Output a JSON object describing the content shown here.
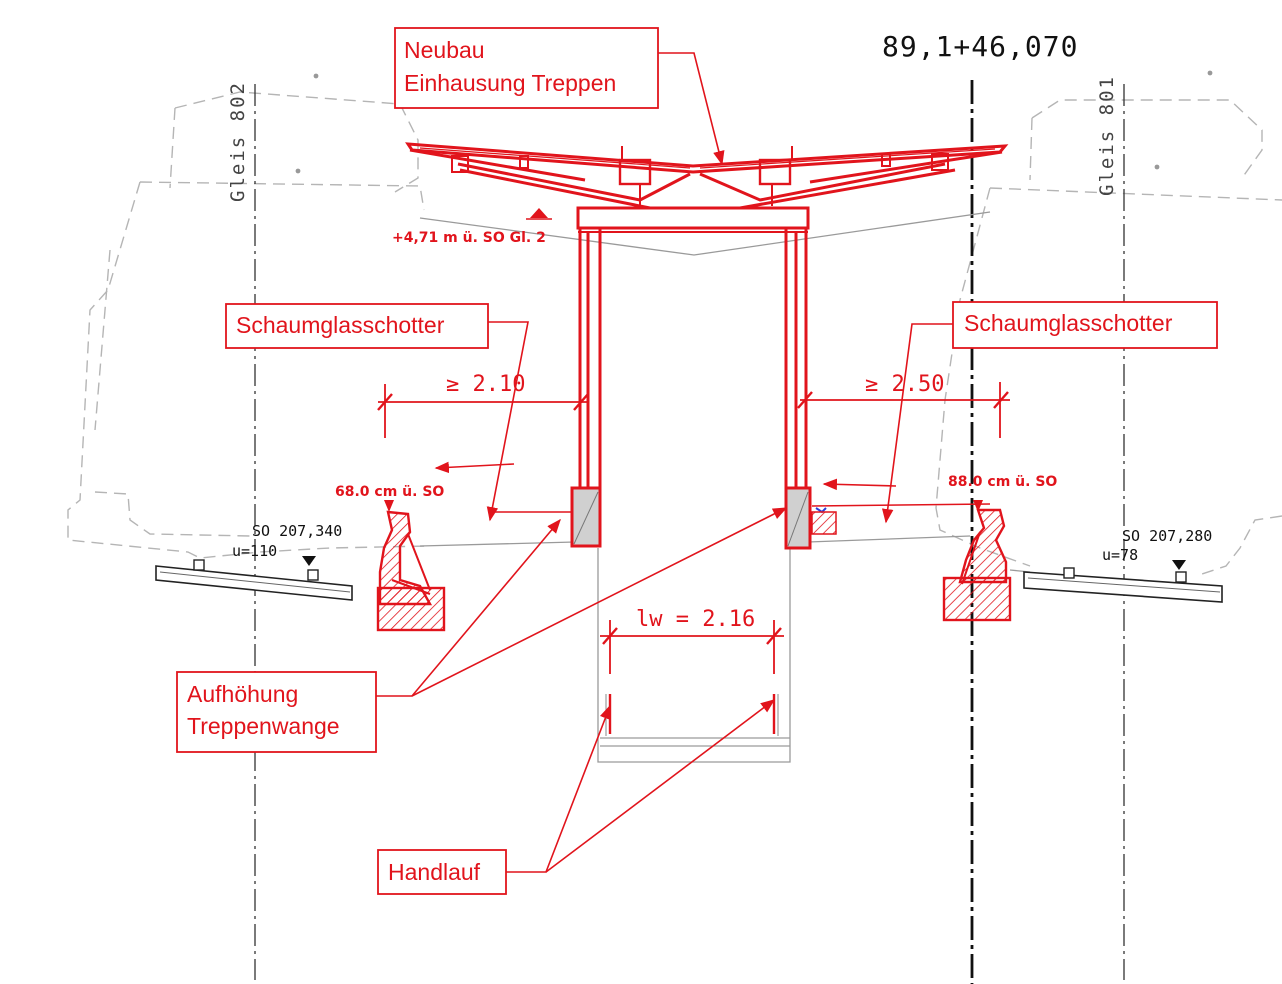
{
  "station": "89,1+46,070",
  "tracks": {
    "left": "Gleis 802",
    "right": "Gleis 801"
  },
  "callouts": {
    "neubau": [
      "Neubau",
      "Einhausung Treppen"
    ],
    "schaum_left": "Schaumglasschotter",
    "schaum_right": "Schaumglasschotter",
    "aufhoehung": [
      "Aufhöhung",
      "Treppenwange"
    ],
    "handlauf": "Handlauf"
  },
  "dimensions": {
    "left_clearance": "≥ 2.10",
    "right_clearance": "≥ 2.50",
    "stair_width": "lw = 2.16"
  },
  "levels": {
    "roof": "+4,71  m ü. SO Gl. 2",
    "left_wall": "68.0 cm ü. SO",
    "right_wall": "88.0 cm ü. SO"
  },
  "rails": {
    "left_so": "SO 207,340",
    "left_u": "u=110",
    "right_so": "SO 207,280",
    "right_u": "u=78"
  },
  "colors": {
    "red": "#e1141c",
    "ghost": "#b5b5b5",
    "black": "#111111"
  }
}
